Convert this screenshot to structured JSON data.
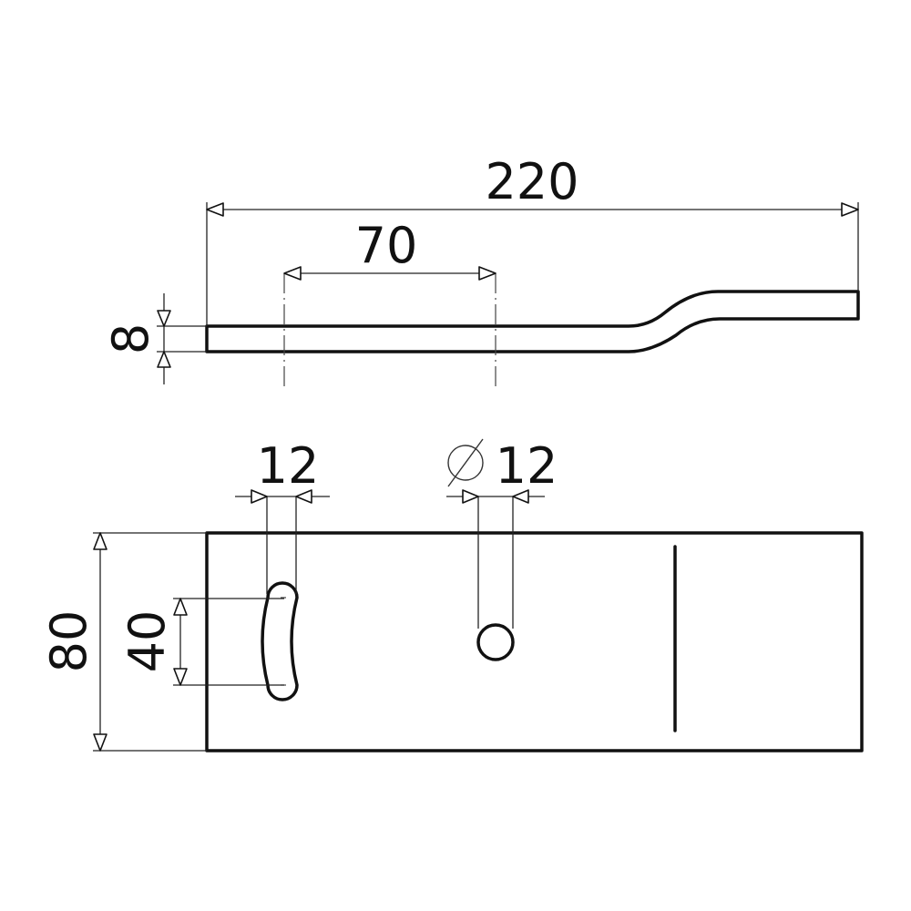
{
  "dimensions": {
    "overall_length": "220",
    "hole_spacing": "70",
    "thickness": "8",
    "slot_width": "12",
    "hole_diameter_symbol": "∅",
    "hole_diameter": "12",
    "overall_width": "80",
    "slot_length": "40"
  },
  "colors": {
    "line": "#111111",
    "background": "#ffffff"
  }
}
